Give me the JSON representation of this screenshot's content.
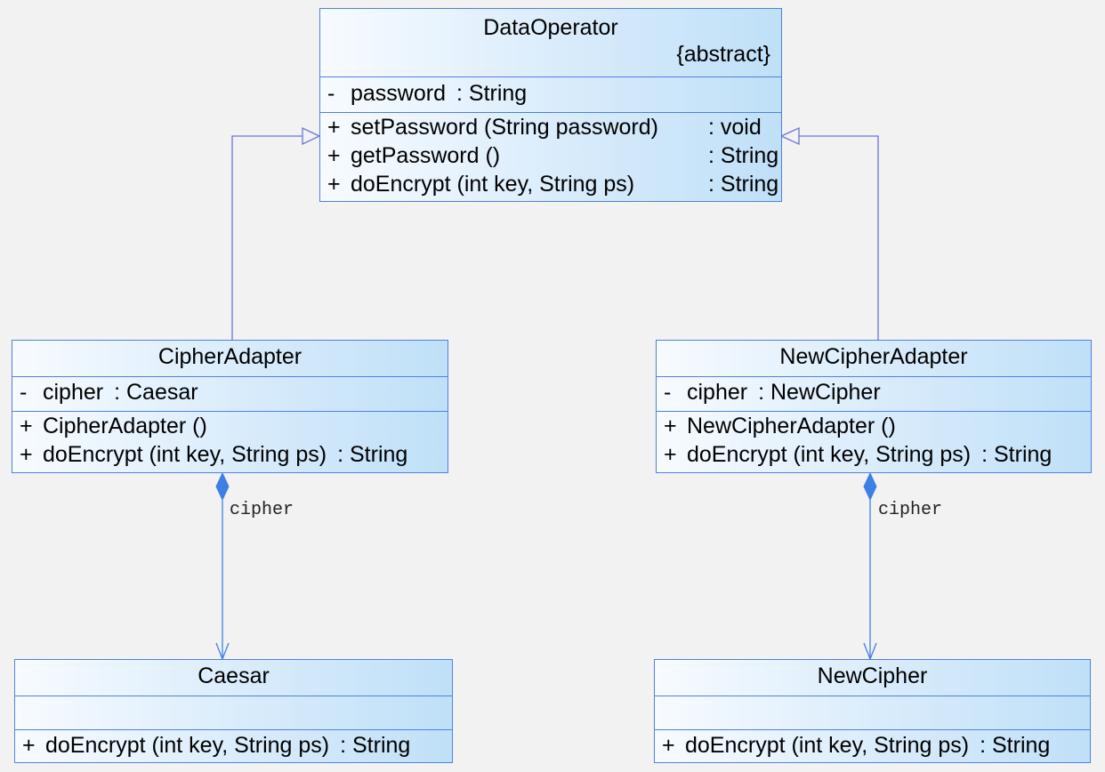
{
  "classes": {
    "data_operator": {
      "name": "DataOperator",
      "stereotype": "{abstract}",
      "attributes": [
        {
          "visibility": "-",
          "name": "password",
          "type": ": String"
        }
      ],
      "operations": [
        {
          "visibility": "+",
          "name": "setPassword (String password)",
          "type": ": void"
        },
        {
          "visibility": "+",
          "name": "getPassword ()",
          "type": ": String"
        },
        {
          "visibility": "+",
          "name": "doEncrypt (int key, String ps)",
          "type": ": String"
        }
      ]
    },
    "cipher_adapter": {
      "name": "CipherAdapter",
      "attributes": [
        {
          "visibility": "-",
          "name": "cipher",
          "type": ": Caesar"
        }
      ],
      "operations": [
        {
          "visibility": "+",
          "name": "CipherAdapter ()",
          "type": ""
        },
        {
          "visibility": "+",
          "name": "doEncrypt (int key, String ps)",
          "type": ": String"
        }
      ]
    },
    "new_cipher_adapter": {
      "name": "NewCipherAdapter",
      "attributes": [
        {
          "visibility": "-",
          "name": "cipher",
          "type": ": NewCipher"
        }
      ],
      "operations": [
        {
          "visibility": "+",
          "name": "NewCipherAdapter ()",
          "type": ""
        },
        {
          "visibility": "+",
          "name": "doEncrypt (int key, String ps)",
          "type": ": String"
        }
      ]
    },
    "caesar": {
      "name": "Caesar",
      "operations": [
        {
          "visibility": "+",
          "name": "doEncrypt (int key, String ps)",
          "type": ": String"
        }
      ]
    },
    "new_cipher": {
      "name": "NewCipher",
      "operations": [
        {
          "visibility": "+",
          "name": "doEncrypt (int key, String ps)",
          "type": ": String"
        }
      ]
    }
  },
  "relationships": {
    "cipher_adapter_generalization": {
      "kind": "generalization",
      "from": "CipherAdapter",
      "to": "DataOperator"
    },
    "new_cipher_adapter_generalization": {
      "kind": "generalization",
      "from": "NewCipherAdapter",
      "to": "DataOperator"
    },
    "cipher_adapter_composition": {
      "kind": "composition",
      "from": "CipherAdapter",
      "to": "Caesar",
      "role": "cipher"
    },
    "new_cipher_adapter_composition": {
      "kind": "composition",
      "from": "NewCipherAdapter",
      "to": "NewCipher",
      "role": "cipher"
    }
  },
  "colors": {
    "background": "#f2f2f2",
    "class_border": "#4f81e0",
    "generalization_line": "#6b74d8",
    "composition_line": "#3e7fe6",
    "class_fill_light": "#f7fbff",
    "class_fill_dark": "#bfe0f8"
  }
}
